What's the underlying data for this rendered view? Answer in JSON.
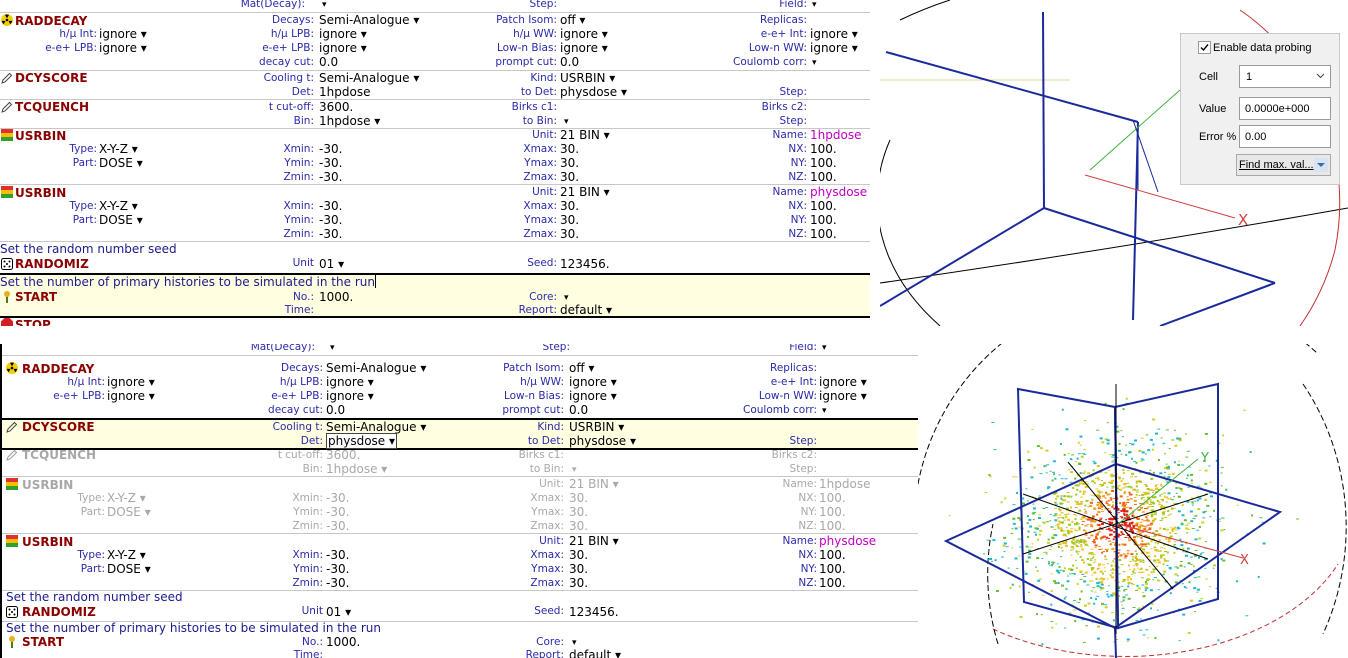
{
  "top_editor": {
    "partial_header": {
      "mat_decay_label": "Mat(Decay):",
      "step_label": "Step:",
      "field_label": "Field:"
    },
    "raddecay": {
      "name": "RADDECAY",
      "decays_label": "Decays:",
      "decays_value": "Semi-Analogue ▾",
      "patch_label": "Patch Isom:",
      "patch_value": "off ▾",
      "replicas_label": "Replicas:",
      "hmu_int_label": "h/μ Int:",
      "hmu_int_value": "ignore ▾",
      "hmu_lpb_label": "h/μ LPB:",
      "hmu_lpb_value": "ignore ▾",
      "hmu_ww_label": "h/μ WW:",
      "hmu_ww_value": "ignore ▾",
      "ee_int_label": "e-e+ Int:",
      "ee_int_value": "ignore ▾",
      "ee_lpb_label": "e-e+ LPB:",
      "ee_lpb_value": "ignore ▾",
      "ee_lpb2_label": "e-e+ LPB:",
      "ee_lpb2_value": "ignore ▾",
      "lown_bias_label": "Low-n Bias:",
      "lown_bias_value": "ignore ▾",
      "lown_ww_label": "Low-n WW:",
      "lown_ww_value": "ignore ▾",
      "decay_cut_label": "decay cut:",
      "decay_cut_value": "0.0",
      "prompt_cut_label": "prompt cut:",
      "prompt_cut_value": "0.0",
      "coulomb_label": "Coulomb corr:",
      "coulomb_value": "▾"
    },
    "dcyscore": {
      "name": "DCYSCORE",
      "cooling_label": "Cooling t:",
      "cooling_value": "Semi-Analogue ▾",
      "kind_label": "Kind:",
      "kind_value": "USRBIN ▾",
      "det_label": "Det:",
      "det_value": "1hpdose",
      "todet_label": "to Det:",
      "todet_value": "physdose ▾",
      "step_label": "Step:"
    },
    "tcquench": {
      "name": "TCQUENCH",
      "tcut_label": "t cut-off:",
      "tcut_value": "3600.",
      "birks1_label": "Birks c1:",
      "birks2_label": "Birks c2:",
      "bin_label": "Bin:",
      "bin_value": "1hpdose ▾",
      "tobin_label": "to Bin:",
      "tobin_value": "▾",
      "step_label": "Step:"
    },
    "usrbin1": {
      "name": "USRBIN",
      "unit_label": "Unit:",
      "unit_value": "21 BIN ▾",
      "name_label": "Name:",
      "name_value": "1hpdose",
      "type_label": "Type:",
      "type_value": "X-Y-Z ▾",
      "xmin_label": "Xmin:",
      "xmin_value": "-30.",
      "xmax_label": "Xmax:",
      "xmax_value": "30.",
      "nx_label": "NX:",
      "nx_value": "100.",
      "part_label": "Part:",
      "part_value": "DOSE ▾",
      "ymin_label": "Ymin:",
      "ymin_value": "-30.",
      "ymax_label": "Ymax:",
      "ymax_value": "30.",
      "ny_label": "NY:",
      "ny_value": "100.",
      "zmin_label": "Zmin:",
      "zmin_value": "-30.",
      "zmax_label": "Zmax:",
      "zmax_value": "30.",
      "nz_label": "NZ:",
      "nz_value": "100."
    },
    "usrbin2": {
      "name": "USRBIN",
      "unit_label": "Unit:",
      "unit_value": "21 BIN ▾",
      "name_label": "Name:",
      "name_value": "physdose",
      "type_label": "Type:",
      "type_value": "X-Y-Z ▾",
      "xmin_label": "Xmin:",
      "xmin_value": "-30.",
      "xmax_label": "Xmax:",
      "xmax_value": "30.",
      "nx_label": "NX:",
      "nx_value": "100.",
      "part_label": "Part:",
      "part_value": "DOSE ▾",
      "ymin_label": "Ymin:",
      "ymin_value": "-30.",
      "ymax_label": "Ymax:",
      "ymax_value": "30.",
      "ny_label": "NY:",
      "ny_value": "100.",
      "zmin_label": "Zmin:",
      "zmin_value": "-30.",
      "zmax_label": "Zmax:",
      "zmax_value": "30.",
      "nz_label": "NZ:",
      "nz_value": "100."
    },
    "seed_comment": "Set the random number seed",
    "randomiz": {
      "name": "RANDOMIZ",
      "unit_label": "Unit",
      "unit_value": "01 ▾",
      "seed_label": "Seed:",
      "seed_value": "123456."
    },
    "start_comment": "Set the number of primary histories to be simulated in the run",
    "start": {
      "name": "START",
      "no_label": "No.:",
      "no_value": "1000.",
      "core_label": "Core:",
      "core_value": "▾",
      "time_label": "Time:",
      "report_label": "Report:",
      "report_value": "default ▾"
    },
    "stop": {
      "name": "STOP"
    }
  },
  "bottom_editor": {
    "partial_header": {
      "mat_decay_label": "Mat(Decay):",
      "step_label": "Step:",
      "field_label": "Field:"
    },
    "raddecay": {
      "name": "RADDECAY",
      "decays_label": "Decays:",
      "decays_value": "Semi-Analogue ▾",
      "patch_label": "Patch Isom:",
      "patch_value": "off ▾",
      "replicas_label": "Replicas:",
      "hmu_int_label": "h/μ Int:",
      "hmu_int_value": "ignore ▾",
      "hmu_lpb_label": "h/μ LPB:",
      "hmu_lpb_value": "ignore ▾",
      "hmu_ww_label": "h/μ WW:",
      "hmu_ww_value": "ignore ▾",
      "ee_int_label": "e-e+ Int:",
      "ee_int_value": "ignore ▾",
      "ee_lpb_label": "e-e+ LPB:",
      "ee_lpb_value": "ignore ▾",
      "ee_lpb2_label": "e-e+ LPB:",
      "ee_lpb2_value": "ignore ▾",
      "lown_bias_label": "Low-n Bias:",
      "lown_bias_value": "ignore ▾",
      "lown_ww_label": "Low-n WW:",
      "lown_ww_value": "ignore ▾",
      "decay_cut_label": "decay cut:",
      "decay_cut_value": "0.0",
      "prompt_cut_label": "prompt cut:",
      "prompt_cut_value": "0.0",
      "coulomb_label": "Coulomb corr:",
      "coulomb_value": "▾"
    },
    "dcyscore": {
      "name": "DCYSCORE",
      "cooling_label": "Cooling t:",
      "cooling_value": "Semi-Analogue ▾",
      "kind_label": "Kind:",
      "kind_value": "USRBIN ▾",
      "det_label": "Det:",
      "det_value": "physdose ▾",
      "todet_label": "to Det:",
      "todet_value": "physdose ▾",
      "step_label": "Step:"
    },
    "tcquench": {
      "name": "TCQUENCH",
      "tcut_label": "t cut-off:",
      "tcut_value": "3600.",
      "birks1_label": "Birks c1:",
      "birks2_label": "Birks c2:",
      "bin_label": "Bin:",
      "bin_value": "1hpdose ▾",
      "tobin_label": "to Bin:",
      "tobin_value": "▾",
      "step_label": "Step:"
    },
    "usrbin1": {
      "name": "USRBIN",
      "unit_label": "Unit:",
      "unit_value": "21 BIN ▾",
      "name_label": "Name:",
      "name_value": "1hpdose",
      "type_label": "Type:",
      "type_value": "X-Y-Z ▾",
      "xmin_label": "Xmin:",
      "xmin_value": "-30.",
      "xmax_label": "Xmax:",
      "xmax_value": "30.",
      "nx_label": "NX:",
      "nx_value": "100.",
      "part_label": "Part:",
      "part_value": "DOSE ▾",
      "ymin_label": "Ymin:",
      "ymin_value": "-30.",
      "ymax_label": "Ymax:",
      "ymax_value": "30.",
      "ny_label": "NY:",
      "ny_value": "100.",
      "zmin_label": "Zmin:",
      "zmin_value": "-30.",
      "zmax_label": "Zmax:",
      "zmax_value": "30.",
      "nz_label": "NZ:",
      "nz_value": "100."
    },
    "usrbin2": {
      "name": "USRBIN",
      "unit_label": "Unit:",
      "unit_value": "21 BIN ▾",
      "name_label": "Name:",
      "name_value": "physdose",
      "type_label": "Type:",
      "type_value": "X-Y-Z ▾",
      "xmin_label": "Xmin:",
      "xmin_value": "-30.",
      "xmax_label": "Xmax:",
      "xmax_value": "30.",
      "nx_label": "NX:",
      "nx_value": "100.",
      "part_label": "Part:",
      "part_value": "DOSE ▾",
      "ymin_label": "Ymin:",
      "ymin_value": "-30.",
      "ymax_label": "Ymax:",
      "ymax_value": "30.",
      "ny_label": "NY:",
      "ny_value": "100.",
      "zmin_label": "Zmin:",
      "zmin_value": "-30.",
      "zmax_label": "Zmax:",
      "zmax_value": "30.",
      "nz_label": "NZ:",
      "nz_value": "100."
    },
    "seed_comment": "Set the random number seed",
    "randomiz": {
      "name": "RANDOMIZ",
      "unit_label": "Unit",
      "unit_value": "01 ▾",
      "seed_label": "Seed:",
      "seed_value": "123456."
    },
    "start_comment": "Set the number of primary histories to be simulated in the run",
    "start": {
      "name": "START",
      "no_label": "No.:",
      "no_value": "1000.",
      "core_label": "Core:",
      "core_value": "▾",
      "time_label": "Time:",
      "report_label": "Report:",
      "report_value": "default ▾"
    }
  },
  "probe": {
    "enable_label": "Enable data probing",
    "enable_checked": true,
    "cell_label": "Cell",
    "cell_value": "1",
    "value_label": "Value",
    "value_value": "0.0000e+000",
    "error_label": "Error %",
    "error_value": "0.00",
    "find_max_label": "Find max. val..."
  },
  "viewport_top": {
    "x_axis_label": "X"
  },
  "viewport_bottom": {
    "x_axis_label": "X",
    "y_axis_label": "Y"
  },
  "colors": {
    "card_name": "#8b0000",
    "label": "#2a2aa8",
    "comment": "#1a1a8c",
    "highlight": "#fffee0",
    "name_value": "#c000c0",
    "disabled": "#a8a8a8",
    "axis_x": "#d04040",
    "axis_y": "#40b040",
    "box": "#1a2a9a",
    "sphere": "#c03030"
  }
}
